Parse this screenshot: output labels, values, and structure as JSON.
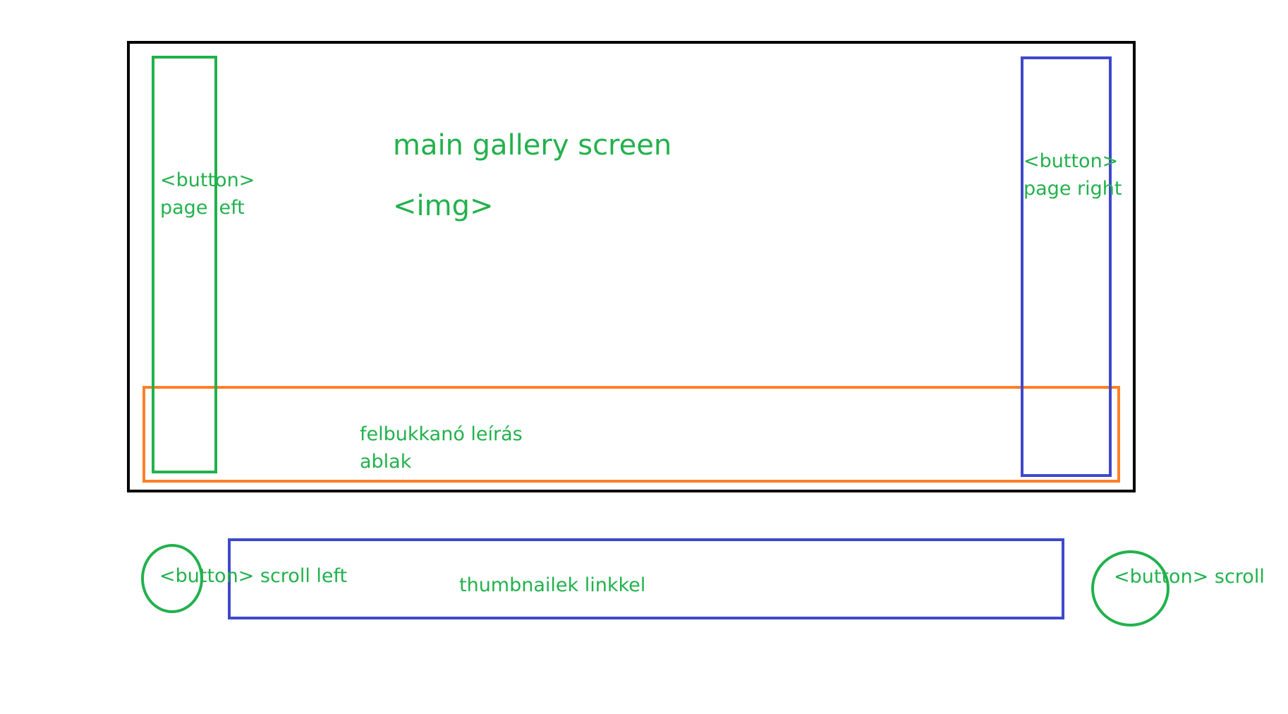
{
  "main": {
    "title": "main gallery screen",
    "image_tag": "<img>"
  },
  "page_left": {
    "tag": "<button>",
    "label": "page left"
  },
  "page_right": {
    "tag": "<button>",
    "label": "page right"
  },
  "description": {
    "line1": "felbukkanó leírás",
    "line2": "ablak"
  },
  "scroll_left": {
    "label": "<button> scroll left"
  },
  "thumbnails": {
    "label": "thumbnailek linkkel"
  },
  "scroll_right": {
    "label": "<button> scroll"
  },
  "colors": {
    "label_green": "#22b14c",
    "frame_black": "#000000",
    "box_blue": "#3f48cc",
    "popup_orange": "#ff7f27"
  }
}
